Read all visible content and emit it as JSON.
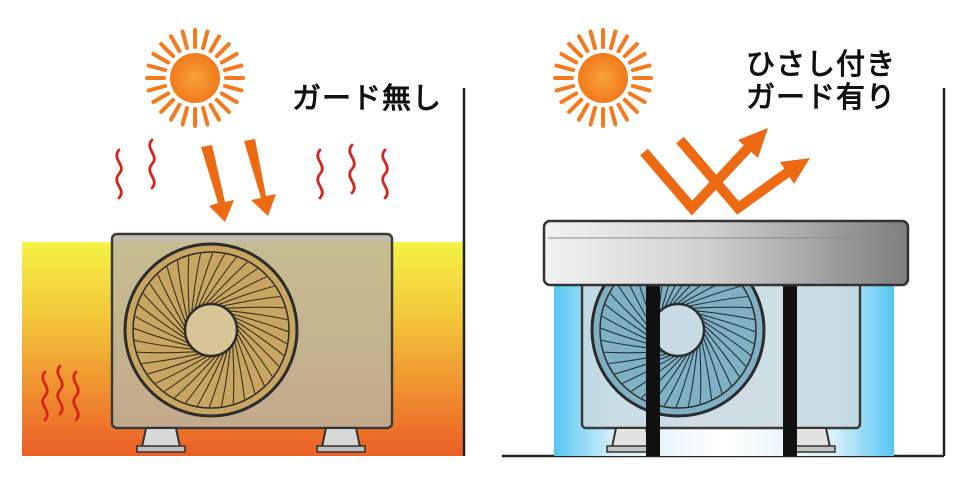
{
  "left_panel": {
    "label": "ガード無し"
  },
  "right_panel": {
    "label_line1": "ひさし付き",
    "label_line2": "ガード有り"
  },
  "colors": {
    "sun_orange": "#f47a1f",
    "arrow_orange": "#ee6a12",
    "heat_red": "#d8231d",
    "heat_yellow": "#f2ef38",
    "heat_orange": "#ed6a2a",
    "cool_blue": "#6fd0f4",
    "unit_fill": "#bdb5a2",
    "canopy_gray": "#9a9a9a"
  },
  "icons": [
    "sun-icon",
    "heat-wave-icon",
    "arrow-down-icon",
    "reflect-arrow-icon",
    "fan-icon"
  ]
}
